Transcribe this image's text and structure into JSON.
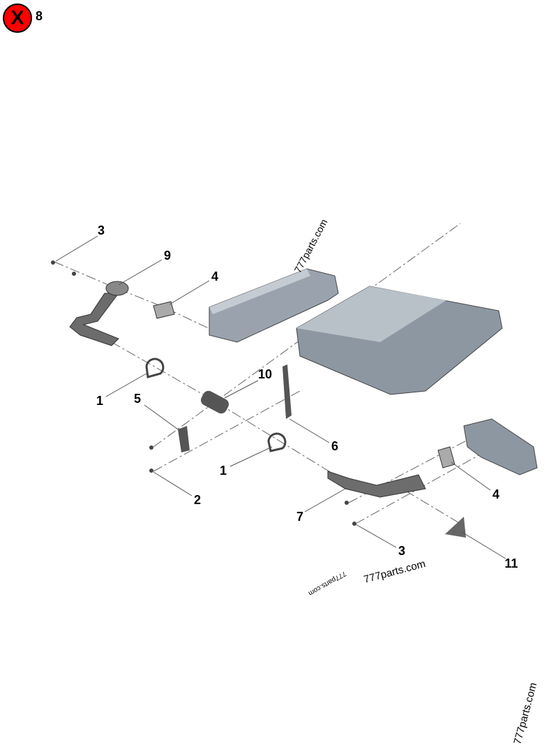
{
  "badge": {
    "icon": "x-circle-icon",
    "color": "#ff0000",
    "symbol": "X",
    "count": "8"
  },
  "callouts": [
    {
      "id": "3a",
      "label": "3"
    },
    {
      "id": "9",
      "label": "9"
    },
    {
      "id": "4a",
      "label": "4"
    },
    {
      "id": "10",
      "label": "10"
    },
    {
      "id": "1a",
      "label": "1"
    },
    {
      "id": "5",
      "label": "5"
    },
    {
      "id": "6",
      "label": "6"
    },
    {
      "id": "1b",
      "label": "1"
    },
    {
      "id": "2",
      "label": "2"
    },
    {
      "id": "4b",
      "label": "4"
    },
    {
      "id": "7",
      "label": "7"
    },
    {
      "id": "3b",
      "label": "3"
    },
    {
      "id": "11",
      "label": "11"
    }
  ],
  "watermarks": [
    "777parts.com",
    "777parts.com",
    "777parts.com",
    "777parts.com"
  ]
}
